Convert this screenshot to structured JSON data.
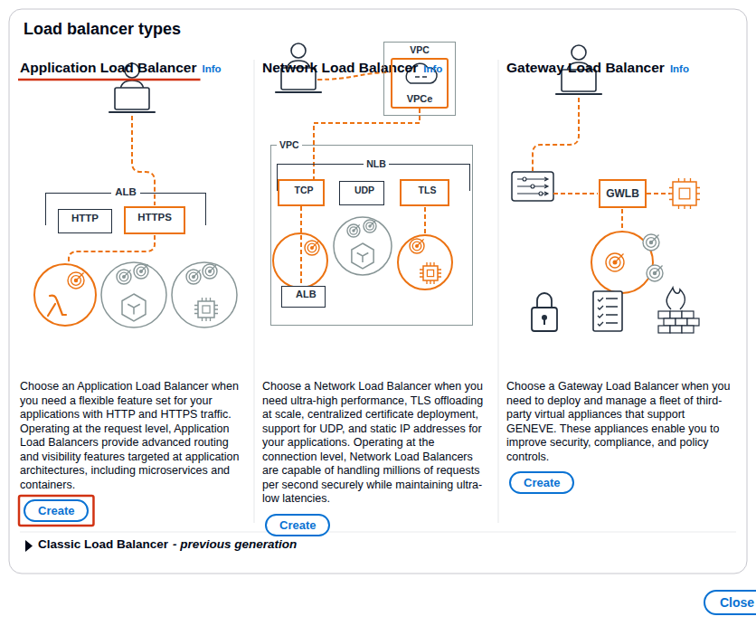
{
  "diagram": {
    "title": "Load balancer types",
    "nodes": [
      {
        "text": [
          "Application Load Balancer",
          "Info",
          "Choose an Application Load Balancer when you need a flexible feature set for your applications with HTTP and HTTPS traffic. Operating at the request level, Application Load Balancers provide advanced routing and visibility features targeted at application architectures, including microservices and containers."
        ]
      },
      {
        "text": [
          "ALB"
        ],
        "in": 0
      },
      {
        "text": [
          "HTTP"
        ],
        "in": 1
      },
      {
        "text": [
          "HTTPS"
        ],
        "in": 1
      },
      {
        "text": [
          "Create"
        ],
        "in": 0
      },
      {
        "text": [
          "Network Load Balancer",
          "Info",
          "Choose a Network Load Balancer when you need ultra-high performance, TLS offloading at scale, centralized certificate deployment, support for UDP, and static IP addresses for your applications. Operating at the connection level, Network Load Balancers are capable of handling millions of requests per second securely while maintaining ultra-low latencies."
        ]
      },
      {
        "text": [
          "VPC"
        ],
        "in": 5
      },
      {
        "text": [
          "VPCe"
        ],
        "in": 6
      },
      {
        "text": [
          "VPC"
        ],
        "in": 5
      },
      {
        "text": [
          "NLB"
        ],
        "in": 8
      },
      {
        "text": [
          "TCP"
        ],
        "in": 9
      },
      {
        "text": [
          "UDP"
        ],
        "in": 9
      },
      {
        "text": [
          "TLS"
        ],
        "in": 9
      },
      {
        "text": [
          "ALB"
        ],
        "in": 8
      },
      {
        "text": [
          "Create"
        ],
        "in": 5
      },
      {
        "text": [
          "Gateway Load Balancer",
          "Info",
          "Choose a Gateway Load Balancer when you need to deploy and manage a fleet of third-party virtual appliances that support GENEVE. These appliances enable you to improve security, compliance, and policy controls."
        ]
      },
      {
        "text": [
          "GWLB"
        ],
        "in": 15
      },
      {
        "text": [
          "Create"
        ],
        "in": 15
      },
      {
        "text": [
          "Classic Load Balancer",
          "- previous generation"
        ]
      },
      {
        "text": [
          "Close"
        ]
      }
    ],
    "edges": [
      {
        "from": 7,
        "to": 10,
        "arrow": "none"
      },
      {
        "from": 10,
        "to": 13,
        "arrow": "none"
      }
    ]
  }
}
